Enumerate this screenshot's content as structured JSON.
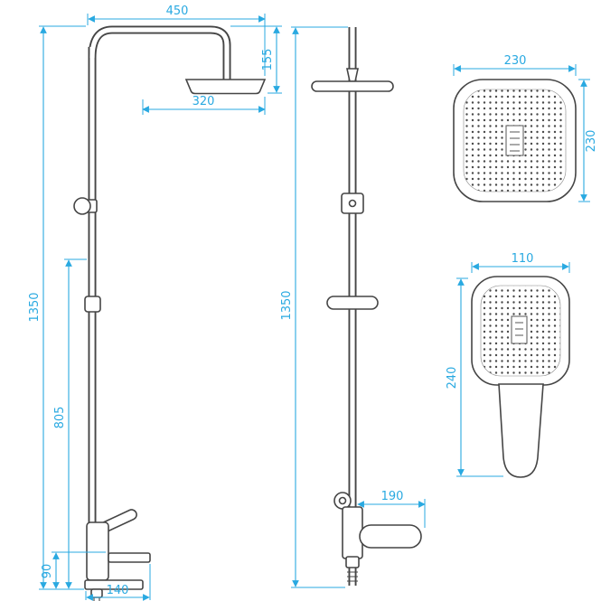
{
  "drawing": {
    "colors": {
      "dimension": "#29A9E1",
      "outline": "#454545"
    },
    "dimensions": {
      "side": {
        "arm_reach": "450",
        "head_drop": "155",
        "head_projection": "320",
        "total_height": "1350",
        "column_length": "805",
        "mixer_drop": "90",
        "base_depth": "140"
      },
      "front": {
        "total_height": "1350",
        "spout_reach": "190"
      },
      "overhead_shower": {
        "width": "230",
        "depth": "230"
      },
      "hand_shower": {
        "width": "110",
        "length": "240"
      }
    }
  }
}
